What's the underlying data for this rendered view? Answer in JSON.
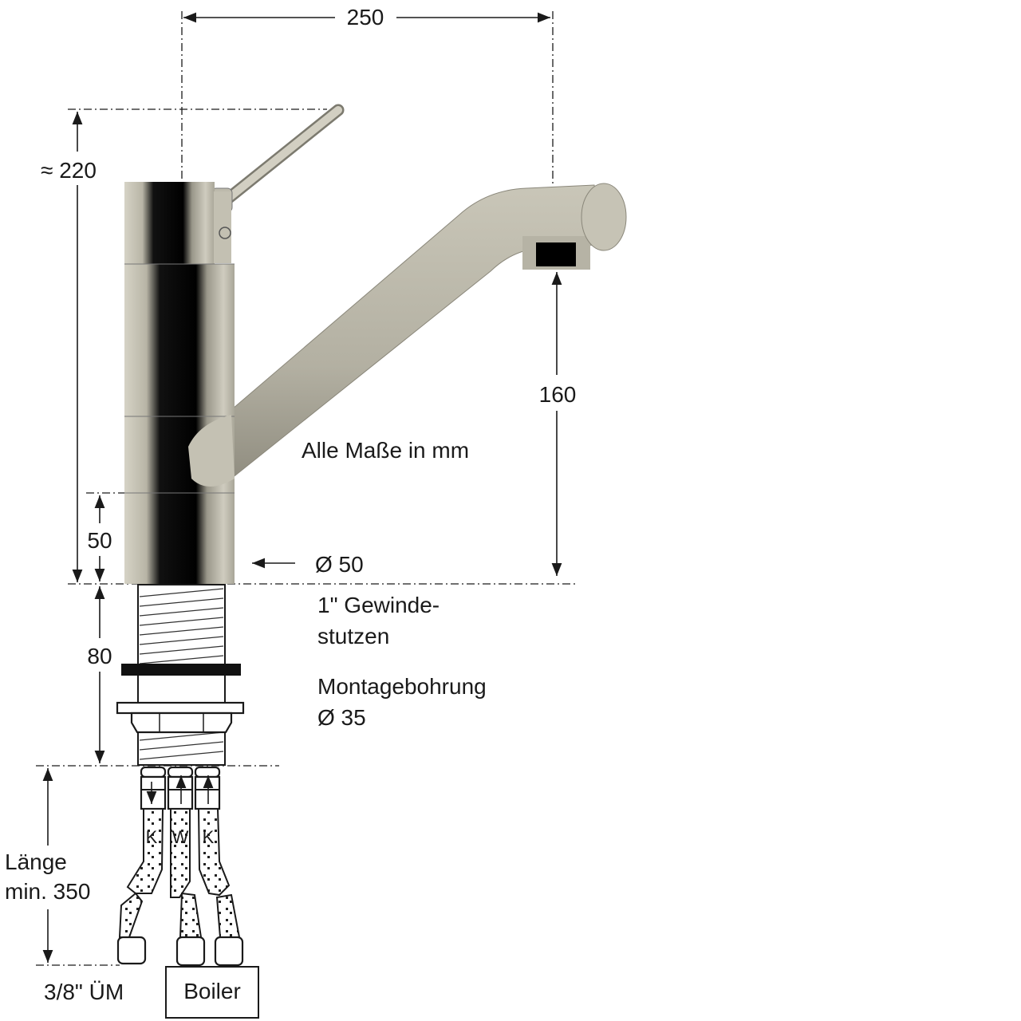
{
  "title": "Einhebelmischer Niederdruck – Maßzeichnung",
  "dimensions": {
    "width_total": "250",
    "height_total": "≈ 220",
    "spout_height": "160",
    "body_lower": "50",
    "stud_length": "80",
    "body_diameter": "Ø 50"
  },
  "notes": {
    "units": "Alle Maße in mm",
    "thread_line1": "1\" Gewinde-",
    "thread_line2": "stutzen",
    "mount_line1": "Montagebohrung",
    "mount_line2": "Ø 35",
    "hose_length_line1": "Länge",
    "hose_length_line2": "min. 350",
    "connection": "3/8\" ÜM",
    "boiler": "Boiler"
  },
  "hoses": [
    {
      "label": "K",
      "flow": "down"
    },
    {
      "label": "W",
      "flow": "up"
    },
    {
      "label": "K",
      "flow": "up"
    }
  ],
  "colors": {
    "chrome_light": "#c9c6b8",
    "chrome_dark": "#0a0a0a",
    "line": "#1a1a1a"
  }
}
